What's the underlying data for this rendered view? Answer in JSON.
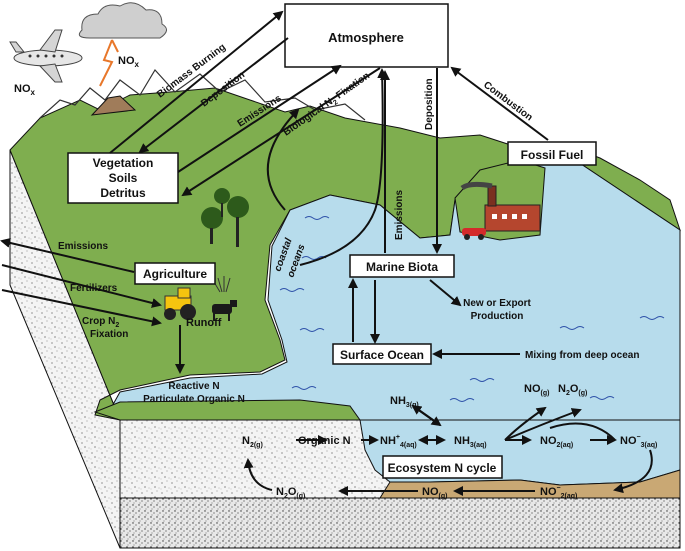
{
  "boxes": {
    "atmosphere": "Atmosphere",
    "vegetation": [
      "Vegetation",
      "Soils",
      "Detritus"
    ],
    "fossil_fuel": "Fossil Fuel",
    "agriculture": "Agriculture",
    "marine_biota": "Marine Biota",
    "surface_ocean": "Surface Ocean",
    "ecosystem_cycle": "Ecosystem N cycle"
  },
  "flow_labels": {
    "biomass_burning": "Biomass Burning",
    "deposition_land": "Deposition",
    "emissions_land": "Emissions",
    "bio_fixation": "Biological N",
    "bio_fixation_sub": "2",
    "bio_fixation_end": " Fixation",
    "deposition_ocean": "Deposition",
    "combustion": "Combustion",
    "emissions_ocean": "Emissions",
    "ag_emissions": "Emissions",
    "fertilizers": "Fertilizers",
    "crop_fixation_1": "Crop N",
    "crop_fixation_sub": "2",
    "crop_fixation_2": "Fixation",
    "runoff": "Runoff",
    "reactive_n": "Reactive N",
    "particulate_n": "Particulate Organic N",
    "coastal_1": "coastal",
    "coastal_2": "oceans",
    "export_1": "New or Export",
    "export_2": "Production",
    "mixing": "Mixing from deep ocean",
    "nox_plane": "NO",
    "nox_plane_sub": "x",
    "nox_volcano": "NO",
    "nox_volcano_sub": "x"
  },
  "species": {
    "n2": "N",
    "n2_sub": "2(g)",
    "organic_n": "Organic N",
    "nh4": "NH",
    "nh4_sup": "+",
    "nh4_sub": "4(aq)",
    "nh3aq": "NH",
    "nh3aq_sub": "3(aq)",
    "nh3g": "NH",
    "nh3g_sub": "3(g)",
    "no2aq": "NO",
    "no2aq_sub": "2(aq)",
    "no3aq": "NO",
    "no3aq_sup": "−",
    "no3aq_sub": "3(aq)",
    "no2m": "NO",
    "no2m_sup": "−",
    "no2m_sub": "2(aq)",
    "nog": "NO",
    "nog_sub": "(g)",
    "n2o": "N",
    "n2o_sub": "2",
    "n2o_o": "O",
    "n2o_sub2": "(g)",
    "nog_top": "NO",
    "nog_top_sub": "(g)",
    "n2o_top": "N",
    "n2o_top_sub": "2",
    "n2o_top_o": "O",
    "n2o_top_sub2": "(g)"
  },
  "colors": {
    "land": "#7fae4f",
    "ocean": "#b7dcec",
    "sediment": "#c9a874",
    "soil_block": "#f2f2f2",
    "wave": "#2c4fa8",
    "arrow": "#111111"
  }
}
